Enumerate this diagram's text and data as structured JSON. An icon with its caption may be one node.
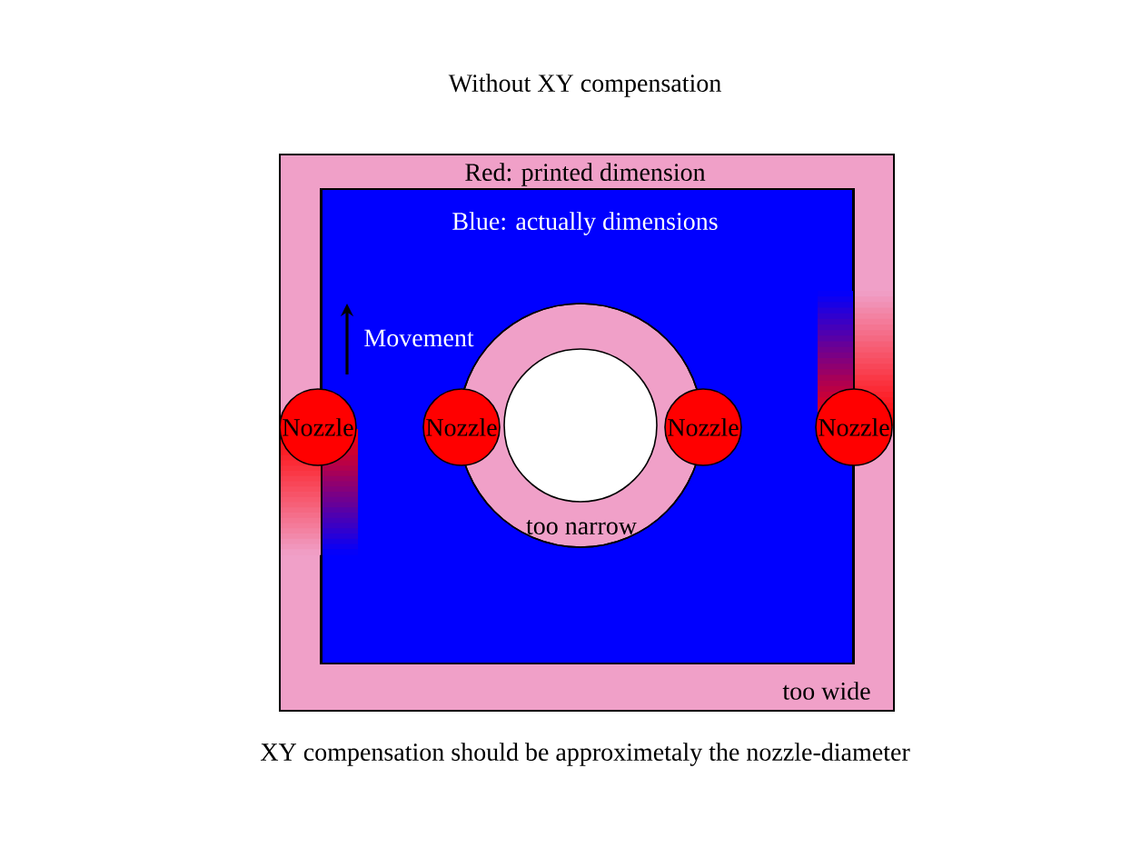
{
  "diagram": {
    "title": "Without XY compensation",
    "caption": "XY compensation should be approximetaly the nozzle-diameter",
    "nodes": [
      {
        "text": [
          "Red: printed dimension",
          "too wide"
        ]
      },
      {
        "text": [
          "Blue: actually dimensions"
        ],
        "in": 0
      },
      {
        "text": [
          "too narrow"
        ],
        "in": 1
      },
      {
        "text": [],
        "shape": "circle",
        "in": 2
      },
      {
        "text": [
          "Nozzle"
        ],
        "in": 0
      },
      {
        "text": [
          "Nozzle"
        ],
        "in": 1
      },
      {
        "text": [
          "Nozzle"
        ],
        "in": 1
      },
      {
        "text": [
          "Nozzle"
        ],
        "in": 0
      }
    ],
    "labels": [
      "Movement"
    ]
  }
}
